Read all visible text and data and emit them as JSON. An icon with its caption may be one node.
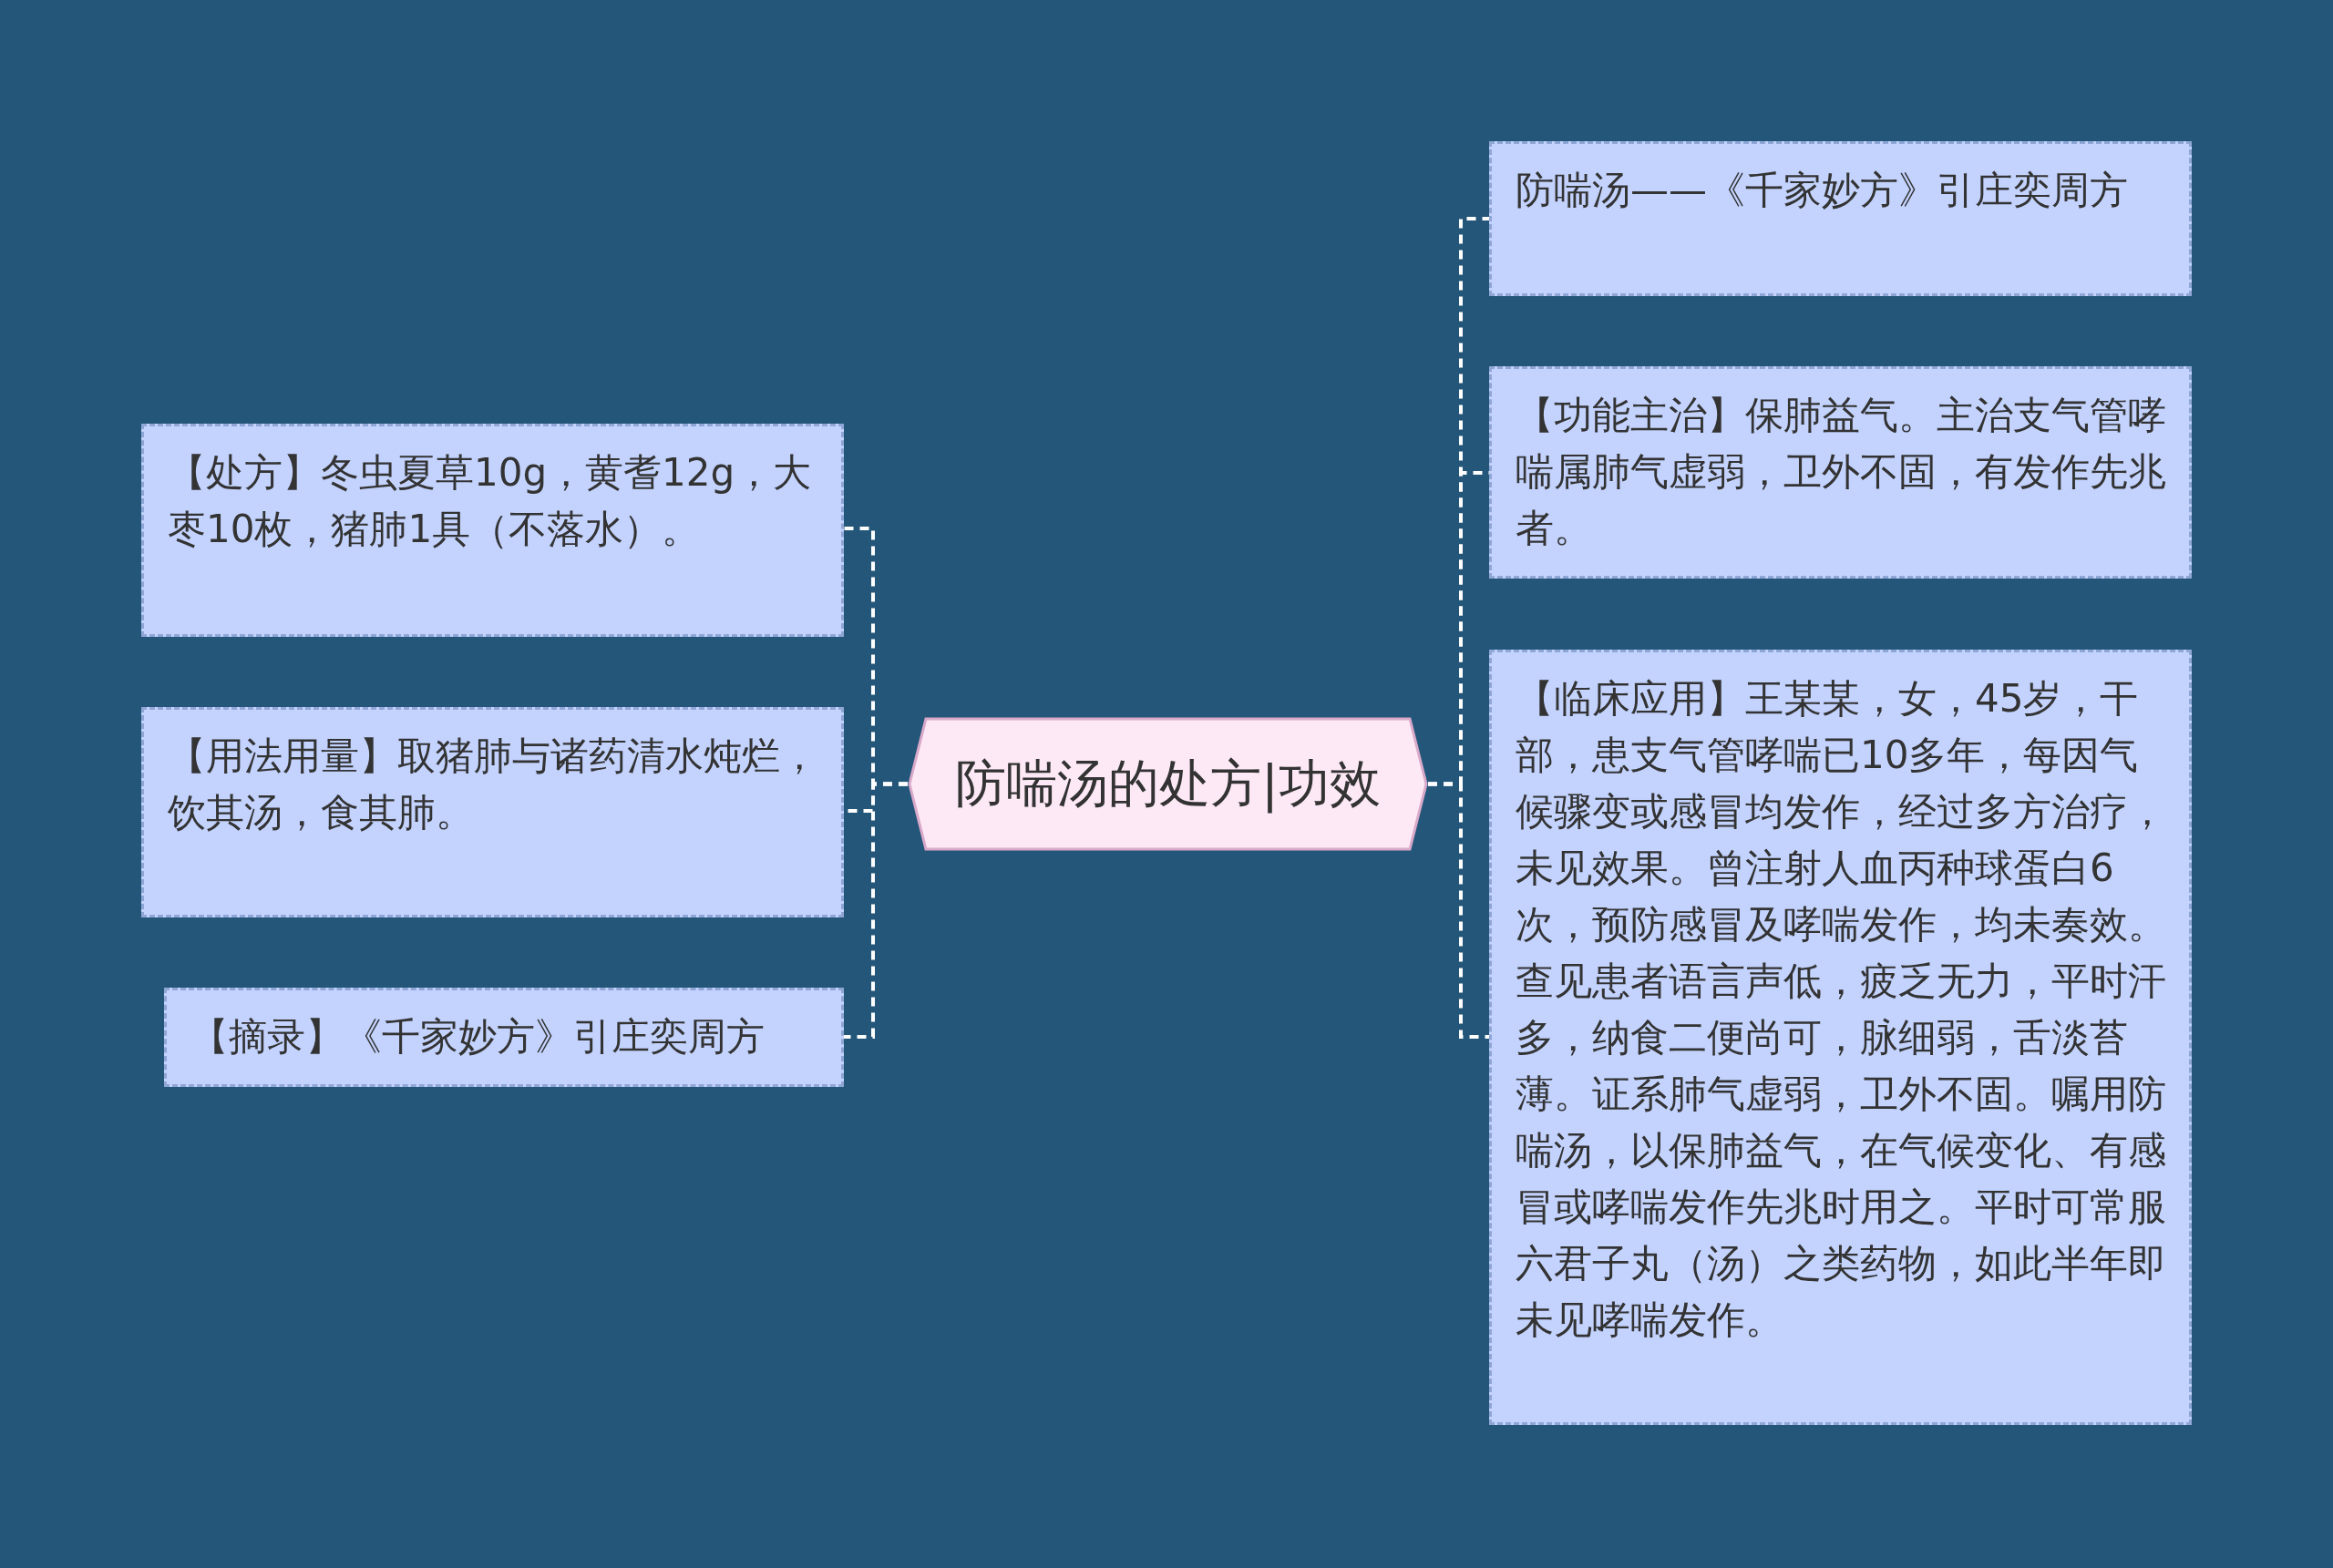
{
  "diagram": {
    "nodes": [
      {
        "text": [
          "防喘汤的处方|功效"
        ]
      },
      {
        "text": [
          "【处方】冬虫夏草10g，黄耆12g，大枣10枚，猪肺1具（不落水）。"
        ]
      },
      {
        "text": [
          "【用法用量】取猪肺与诸药清水炖烂，饮其汤，食其肺。"
        ]
      },
      {
        "text": [
          "【摘录】《千家妙方》引庄奕周方"
        ]
      },
      {
        "text": [
          "防喘汤——《千家妙方》引庄奕周方"
        ]
      },
      {
        "text": [
          "【功能主治】保肺益气。主治支气管哮喘属肺气虚弱，卫外不固，有发作先兆者。"
        ]
      },
      {
        "text": [
          "【临床应用】王某某，女，45岁，干部，患支气管哮喘已10多年，每因气候骤变或感冒均发作，经过多方治疗，未见效果。曾注射人血丙种球蛋白6次，预防感冒及哮喘发作，均未奏效。查见患者语言声低，疲乏无力，平时汗多，纳食二便尚可，脉细弱，舌淡苔薄。证系肺气虚弱，卫外不固。嘱用防喘汤，以保肺益气，在气候变化、有感冒或哮喘发作先兆时用之。平时可常服六君子丸（汤）之类药物，如此半年即未见哮喘发作。"
        ]
      }
    ],
    "edges": [
      {
        "from": 0,
        "to": 1,
        "arrow": "none"
      },
      {
        "from": 0,
        "to": 2,
        "arrow": "none"
      },
      {
        "from": 0,
        "to": 3,
        "arrow": "none"
      },
      {
        "from": 0,
        "to": 4,
        "arrow": "none"
      },
      {
        "from": 0,
        "to": 5,
        "arrow": "none"
      },
      {
        "from": 0,
        "to": 6,
        "arrow": "none"
      }
    ]
  }
}
